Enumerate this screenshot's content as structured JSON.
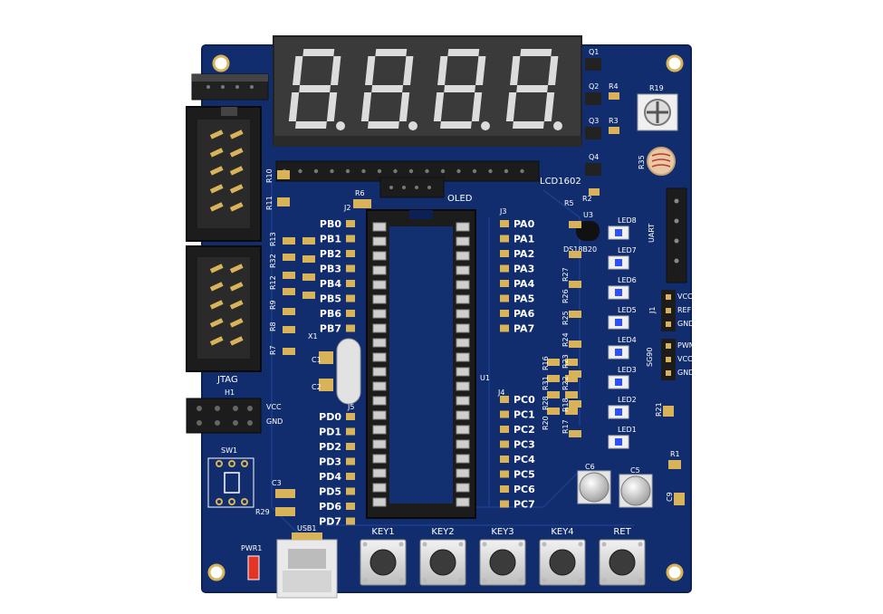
{
  "colors": {
    "pcb": "#112d6e",
    "pcb_dark": "#0b2156",
    "pad_gold": "#d8b35a",
    "display_body": "#3a3a3a",
    "segment": "#dcdcdc",
    "header_black": "#1c1c1c",
    "led_blue": "#2b50ff",
    "pwr_led": "#e33426"
  },
  "display": {
    "label": "",
    "digits": 4
  },
  "labels": {
    "q1": "Q1",
    "q2": "Q2",
    "q3": "Q3",
    "q4": "Q4",
    "r4": "R4",
    "r3": "R3",
    "r19": "R19",
    "r35": "R35",
    "r10": "R10",
    "r11": "R11",
    "r6": "R6",
    "r5": "R5",
    "r2": "R2",
    "lcd": "LCD1602",
    "oled": "OLED",
    "u3": "U3",
    "ds18b20": "DS18B20",
    "uart": "UART",
    "j1": "J1",
    "sg90": "SG90",
    "j2": "J2",
    "j3": "J3",
    "j4": "J4",
    "j5": "J5",
    "u1": "U1",
    "x1": "X1",
    "c1": "C1",
    "c2": "C2",
    "c3": "C3",
    "r29": "R29",
    "sw1": "SW1",
    "h1": "H1",
    "vcc": "VCC",
    "gnd": "GND",
    "jtag": "JTAG",
    "pwr1": "PWR1",
    "usb1": "USB1",
    "c6": "C6",
    "c5": "C5",
    "c9": "C9",
    "r1": "R1",
    "r21": "R21",
    "r17": "R17",
    "r18": "R18",
    "r20": "R20",
    "r22": "R22",
    "r23": "R23",
    "r24": "R24",
    "r25": "R25",
    "r26": "R26",
    "r27": "R27",
    "r28": "R28",
    "r31": "R31",
    "r16": "R16",
    "r7": "R7",
    "r8": "R8",
    "r9": "R9",
    "r12": "R12",
    "r13": "R13",
    "r32": "R32",
    "j1_vcc": "VCC",
    "j1_ref": "REF",
    "j1_gnd": "GND",
    "sg_pwm": "PWM",
    "sg_vcc": "VCC",
    "sg_gnd": "GND"
  },
  "port_b": [
    "PB0",
    "PB1",
    "PB2",
    "PB3",
    "PB4",
    "PB5",
    "PB6",
    "PB7"
  ],
  "port_a": [
    "PA0",
    "PA1",
    "PA2",
    "PA3",
    "PA4",
    "PA5",
    "PA6",
    "PA7"
  ],
  "port_c": [
    "PC0",
    "PC1",
    "PC2",
    "PC3",
    "PC4",
    "PC5",
    "PC6",
    "PC7"
  ],
  "port_d": [
    "PD0",
    "PD1",
    "PD2",
    "PD3",
    "PD4",
    "PD5",
    "PD6",
    "PD7"
  ],
  "leds": [
    "LED8",
    "LED7",
    "LED6",
    "LED5",
    "LED4",
    "LED3",
    "LED2",
    "LED1"
  ],
  "keys": [
    "KEY1",
    "KEY2",
    "KEY3",
    "KEY4",
    "RET"
  ]
}
